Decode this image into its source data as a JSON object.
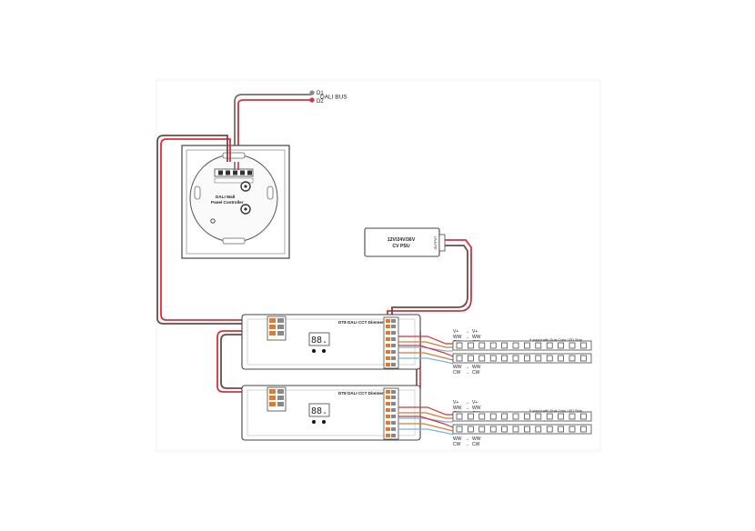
{
  "bus": {
    "d1": "D1",
    "d2": "D2",
    "label": "DALI BUS"
  },
  "panel": {
    "line1": "DALI Wall",
    "line2": "Panel Controller"
  },
  "psu": {
    "line1": "12V/24V/36V",
    "line2": "CV PSU",
    "output": "OUTPUT"
  },
  "dimmer": {
    "title": "DT8 DALI CCT Dimmer",
    "display": "88."
  },
  "legend": {
    "top": [
      {
        "from": "V+",
        "to": "V+"
      },
      {
        "from": "WW",
        "to": "WW"
      },
      {
        "from": "CW",
        "to": "CW"
      }
    ],
    "bottom": [
      {
        "from": "WW",
        "to": "WW"
      },
      {
        "from": "CW",
        "to": "CW"
      }
    ],
    "arrow": "→"
  },
  "strip": {
    "label": "5 output with Dual Color LED Strip"
  },
  "colors": {
    "wire_red": "#d9303a",
    "wire_dark": "#6b4a4a",
    "wire_blue": "#6fb7e6",
    "wire_orange": "#e07a2a",
    "outline": "#333333"
  }
}
